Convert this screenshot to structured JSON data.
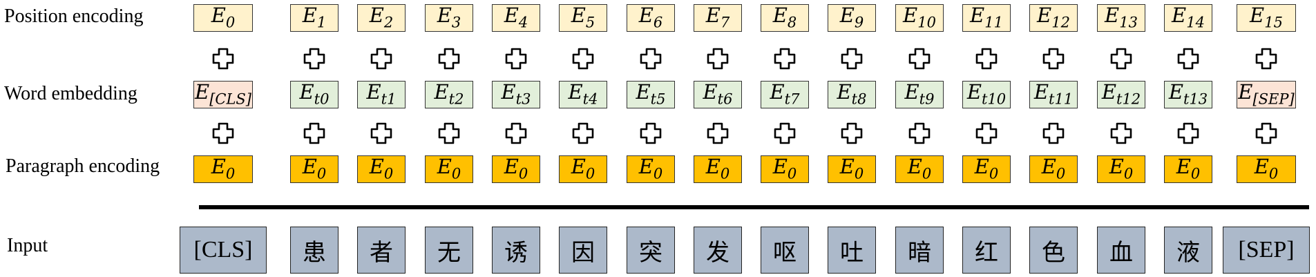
{
  "rows": {
    "position_label": "Position encoding",
    "word_label": "Word embedding",
    "paragraph_label": "Paragraph encoding",
    "input_label": "Input"
  },
  "embedding_symbol": "E",
  "position_subscripts": [
    "0",
    "1",
    "2",
    "3",
    "4",
    "5",
    "6",
    "7",
    "8",
    "9",
    "10",
    "11",
    "12",
    "13",
    "14",
    "15"
  ],
  "word_subscripts": [
    "[CLS]",
    "t0",
    "t1",
    "t2",
    "t3",
    "t4",
    "t5",
    "t6",
    "t7",
    "t8",
    "t9",
    "t10",
    "t11",
    "t12",
    "t13",
    "[SEP]"
  ],
  "paragraph_subscripts": [
    "0",
    "0",
    "0",
    "0",
    "0",
    "0",
    "0",
    "0",
    "0",
    "0",
    "0",
    "0",
    "0",
    "0",
    "0",
    "0"
  ],
  "input_tokens": [
    "[CLS]",
    "患",
    "者",
    "无",
    "诱",
    "因",
    "突",
    "发",
    "呕",
    "吐",
    "暗",
    "红",
    "色",
    "血",
    "液",
    "[SEP]"
  ],
  "plus_icon": "plus-icon",
  "colors": {
    "position_fill": "#fff2cc",
    "word_fill": "#e2efda",
    "word_special_fill": "#fce4d6",
    "paragraph_fill": "#ffc000",
    "input_fill": "#acb9ca"
  }
}
